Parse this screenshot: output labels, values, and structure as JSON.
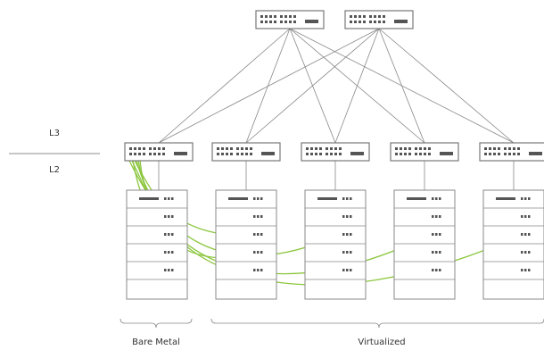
{
  "diagram": {
    "layers": {
      "upper": "L3",
      "lower": "L2"
    },
    "groups": {
      "bare_metal": "Bare Metal",
      "virtualized": "Virtualized"
    },
    "spine_switches": 2,
    "leaf_switches": 5,
    "racks": [
      {
        "group": "bare_metal"
      },
      {
        "group": "virtualized"
      },
      {
        "group": "virtualized"
      },
      {
        "group": "virtualized"
      },
      {
        "group": "virtualized"
      }
    ],
    "colors": {
      "switch_stroke": "#777777",
      "rack_stroke": "#888888",
      "link": "#888888",
      "green": "#8cc63f"
    }
  }
}
